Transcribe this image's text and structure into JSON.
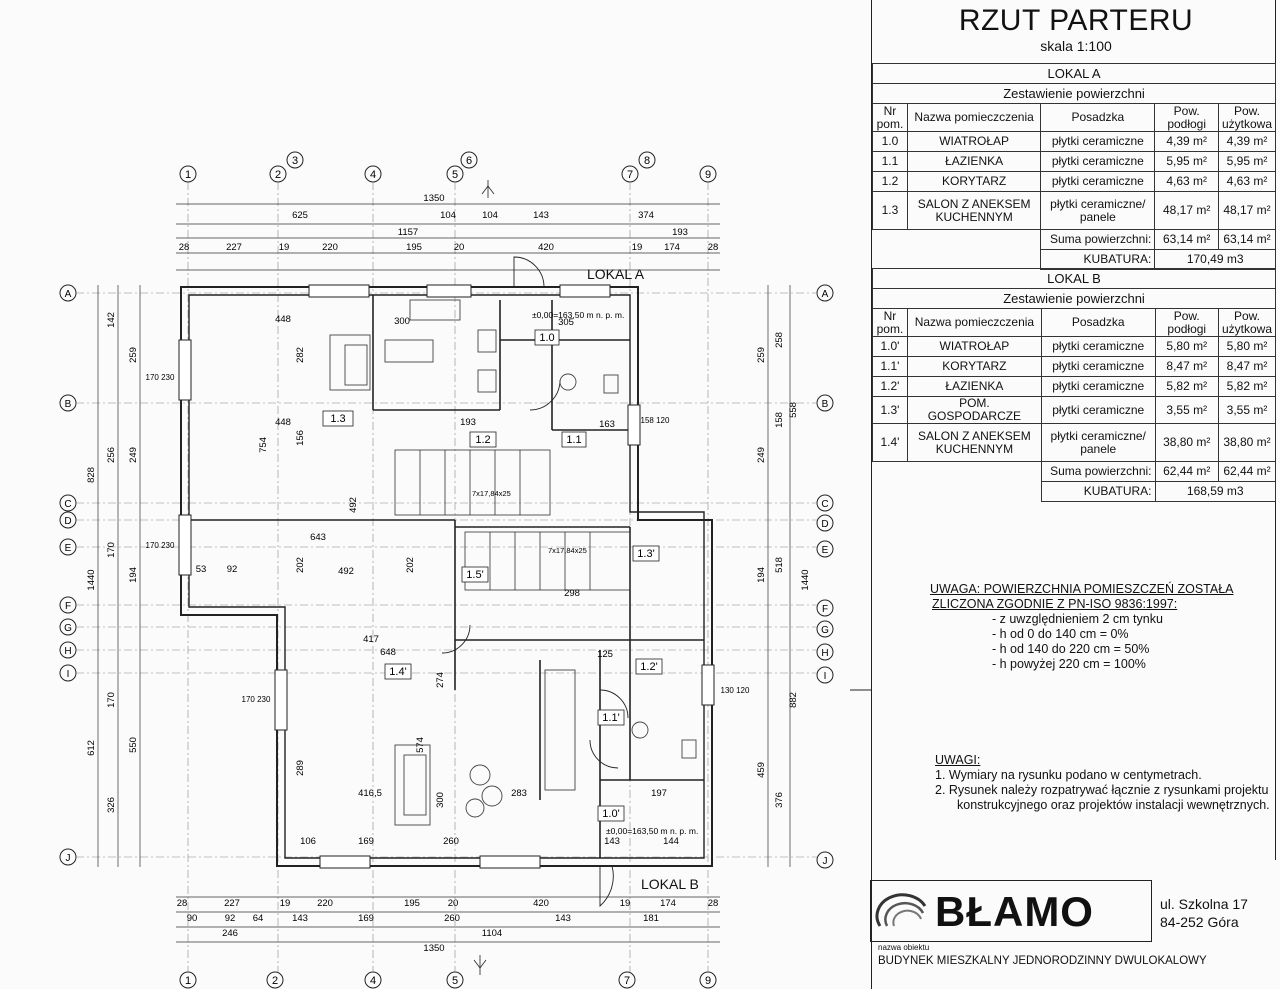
{
  "title": "RZUT PARTERU",
  "scale": "skala 1:100",
  "lokal_a": {
    "name": "LOKAL A",
    "subtitle": "Zestawienie powierzchni",
    "headers": [
      "Nr pom.",
      "Nazwa pomieczczenia",
      "Posadzka",
      "Pow. podłogi",
      "Pow. użytkowa"
    ],
    "rows": [
      [
        "1.0",
        "WIATROŁAP",
        "płytki ceramiczne",
        "4,39 m²",
        "4,39 m²"
      ],
      [
        "1.1",
        "ŁAZIENKA",
        "płytki ceramiczne",
        "5,95 m²",
        "5,95 m²"
      ],
      [
        "1.2",
        "KORYTARZ",
        "płytki ceramiczne",
        "4,63 m²",
        "4,63 m²"
      ],
      [
        "1.3",
        "SALON Z ANEKSEM KUCHENNYM",
        "płytki ceramiczne/ panele",
        "48,17 m²",
        "48,17 m²"
      ]
    ],
    "sum_label": "Suma powierzchni:",
    "sum_floor": "63,14 m²",
    "sum_usable": "63,14 m²",
    "kub_label": "KUBATURA:",
    "kub_value": "170,49 m3"
  },
  "lokal_b": {
    "name": "LOKAL B",
    "subtitle": "Zestawienie powierzchni",
    "headers": [
      "Nr pom.",
      "Nazwa pomieczczenia",
      "Posadzka",
      "Pow. podłogi",
      "Pow. użytkowa"
    ],
    "rows": [
      [
        "1.0'",
        "WIATROŁAP",
        "płytki ceramiczne",
        "5,80 m²",
        "5,80 m²"
      ],
      [
        "1.1'",
        "KORYTARZ",
        "płytki ceramiczne",
        "8,47 m²",
        "8,47 m²"
      ],
      [
        "1.2'",
        "ŁAZIENKA",
        "płytki ceramiczne",
        "5,82 m²",
        "5,82 m²"
      ],
      [
        "1.3'",
        "POM. GOSPODARCZE",
        "płytki ceramiczne",
        "3,55 m²",
        "3,55 m²"
      ],
      [
        "1.4'",
        "SALON Z ANEKSEM KUCHENNYM",
        "płytki ceramiczne/ panele",
        "38,80 m²",
        "38,80 m²"
      ]
    ],
    "sum_label": "Suma powierzchni:",
    "sum_floor": "62,44 m²",
    "sum_usable": "62,44 m²",
    "kub_label": "KUBATURA:",
    "kub_value": "168,59 m3"
  },
  "uwaga": {
    "line1": "UWAGA: POWIERZCHNIA POMIESZCZEŃ ZOSTAŁA",
    "line2": "ZLICZONA ZGODNIE Z PN-ISO 9836:1997:",
    "items": [
      "- z uwzględnieniem 2 cm tynku",
      "- h od 0 do 140 cm = 0%",
      "- h od 140 do 220 cm = 50%",
      "- h powyżej 220 cm = 100%"
    ]
  },
  "uwagi": {
    "title": "UWAGI:",
    "item1": "1.   Wymiary na rysunku podano w centymetrach.",
    "item2a": "2.   Rysunek należy rozpatrywać łącznie z rysunkami projektu",
    "item2b": "konstrukcyjnego oraz projektów instalacji wewnętrznych."
  },
  "company": {
    "logo": "BŁAMO",
    "address1": "ul. Szkolna 17",
    "address2": "84-252 Góra",
    "object_label": "nazwa obiektu",
    "object_name": "BUDYNEK MIESZKALNY JEDNORODZINNY DWULOKALOWY"
  },
  "plan": {
    "lokal_a_label": "LOKAL A",
    "lokal_b_label": "LOKAL B",
    "col_axes": [
      "1",
      "2",
      "3",
      "4",
      "5",
      "6",
      "7",
      "8",
      "9"
    ],
    "row_axes": [
      "A",
      "B",
      "C",
      "D",
      "E",
      "F",
      "G",
      "H",
      "I",
      "J"
    ],
    "top_dims_1": [
      "625",
      "1350",
      "104",
      "104",
      "143",
      "374"
    ],
    "top_dims_2": [
      "1157",
      "193"
    ],
    "top_dims_3": [
      "28",
      "227",
      "19",
      "220",
      "195",
      "20",
      "420",
      "19",
      "174",
      "28"
    ],
    "bottom_dims_1": [
      "28",
      "227",
      "19",
      "220",
      "195",
      "20",
      "420",
      "19",
      "174",
      "28"
    ],
    "bottom_dims_2": [
      "90",
      "92",
      "64",
      "143",
      "169",
      "260",
      "143",
      "181"
    ],
    "bottom_dims_3": [
      "246",
      "1104"
    ],
    "bottom_total": "1350",
    "left_dims": [
      "828",
      "1440",
      "612",
      "142",
      "259",
      "256",
      "249",
      "170",
      "194",
      "170",
      "550",
      "326"
    ],
    "right_dims": [
      "558",
      "1440",
      "882",
      "259",
      "258",
      "249",
      "158",
      "518",
      "194",
      "459",
      "376"
    ],
    "room_tags": [
      "1.3",
      "1.2",
      "1.1",
      "1.0",
      "1.5'",
      "1.3'",
      "1.4'",
      "1.1'",
      "1.2'",
      "1.0'"
    ],
    "level_a": "±0,00=163,50 m n. p. m.",
    "level_b": "±0,00=163,50 m n. p. m.",
    "interior_dims": [
      "448",
      "300",
      "305",
      "282",
      "754",
      "156",
      "448",
      "193",
      "163",
      "643",
      "492",
      "202",
      "492",
      "202",
      "417",
      "648",
      "298",
      "125",
      "274",
      "574",
      "289",
      "300",
      "283",
      "416,5",
      "197",
      "169",
      "106",
      "260",
      "143",
      "144",
      "92",
      "53"
    ],
    "window_labels": [
      "170 230",
      "170 230",
      "158 120",
      "130 120",
      "170 230"
    ],
    "stairs_a": "7x17,84x25",
    "stairs_b": "7x17,84x25"
  }
}
